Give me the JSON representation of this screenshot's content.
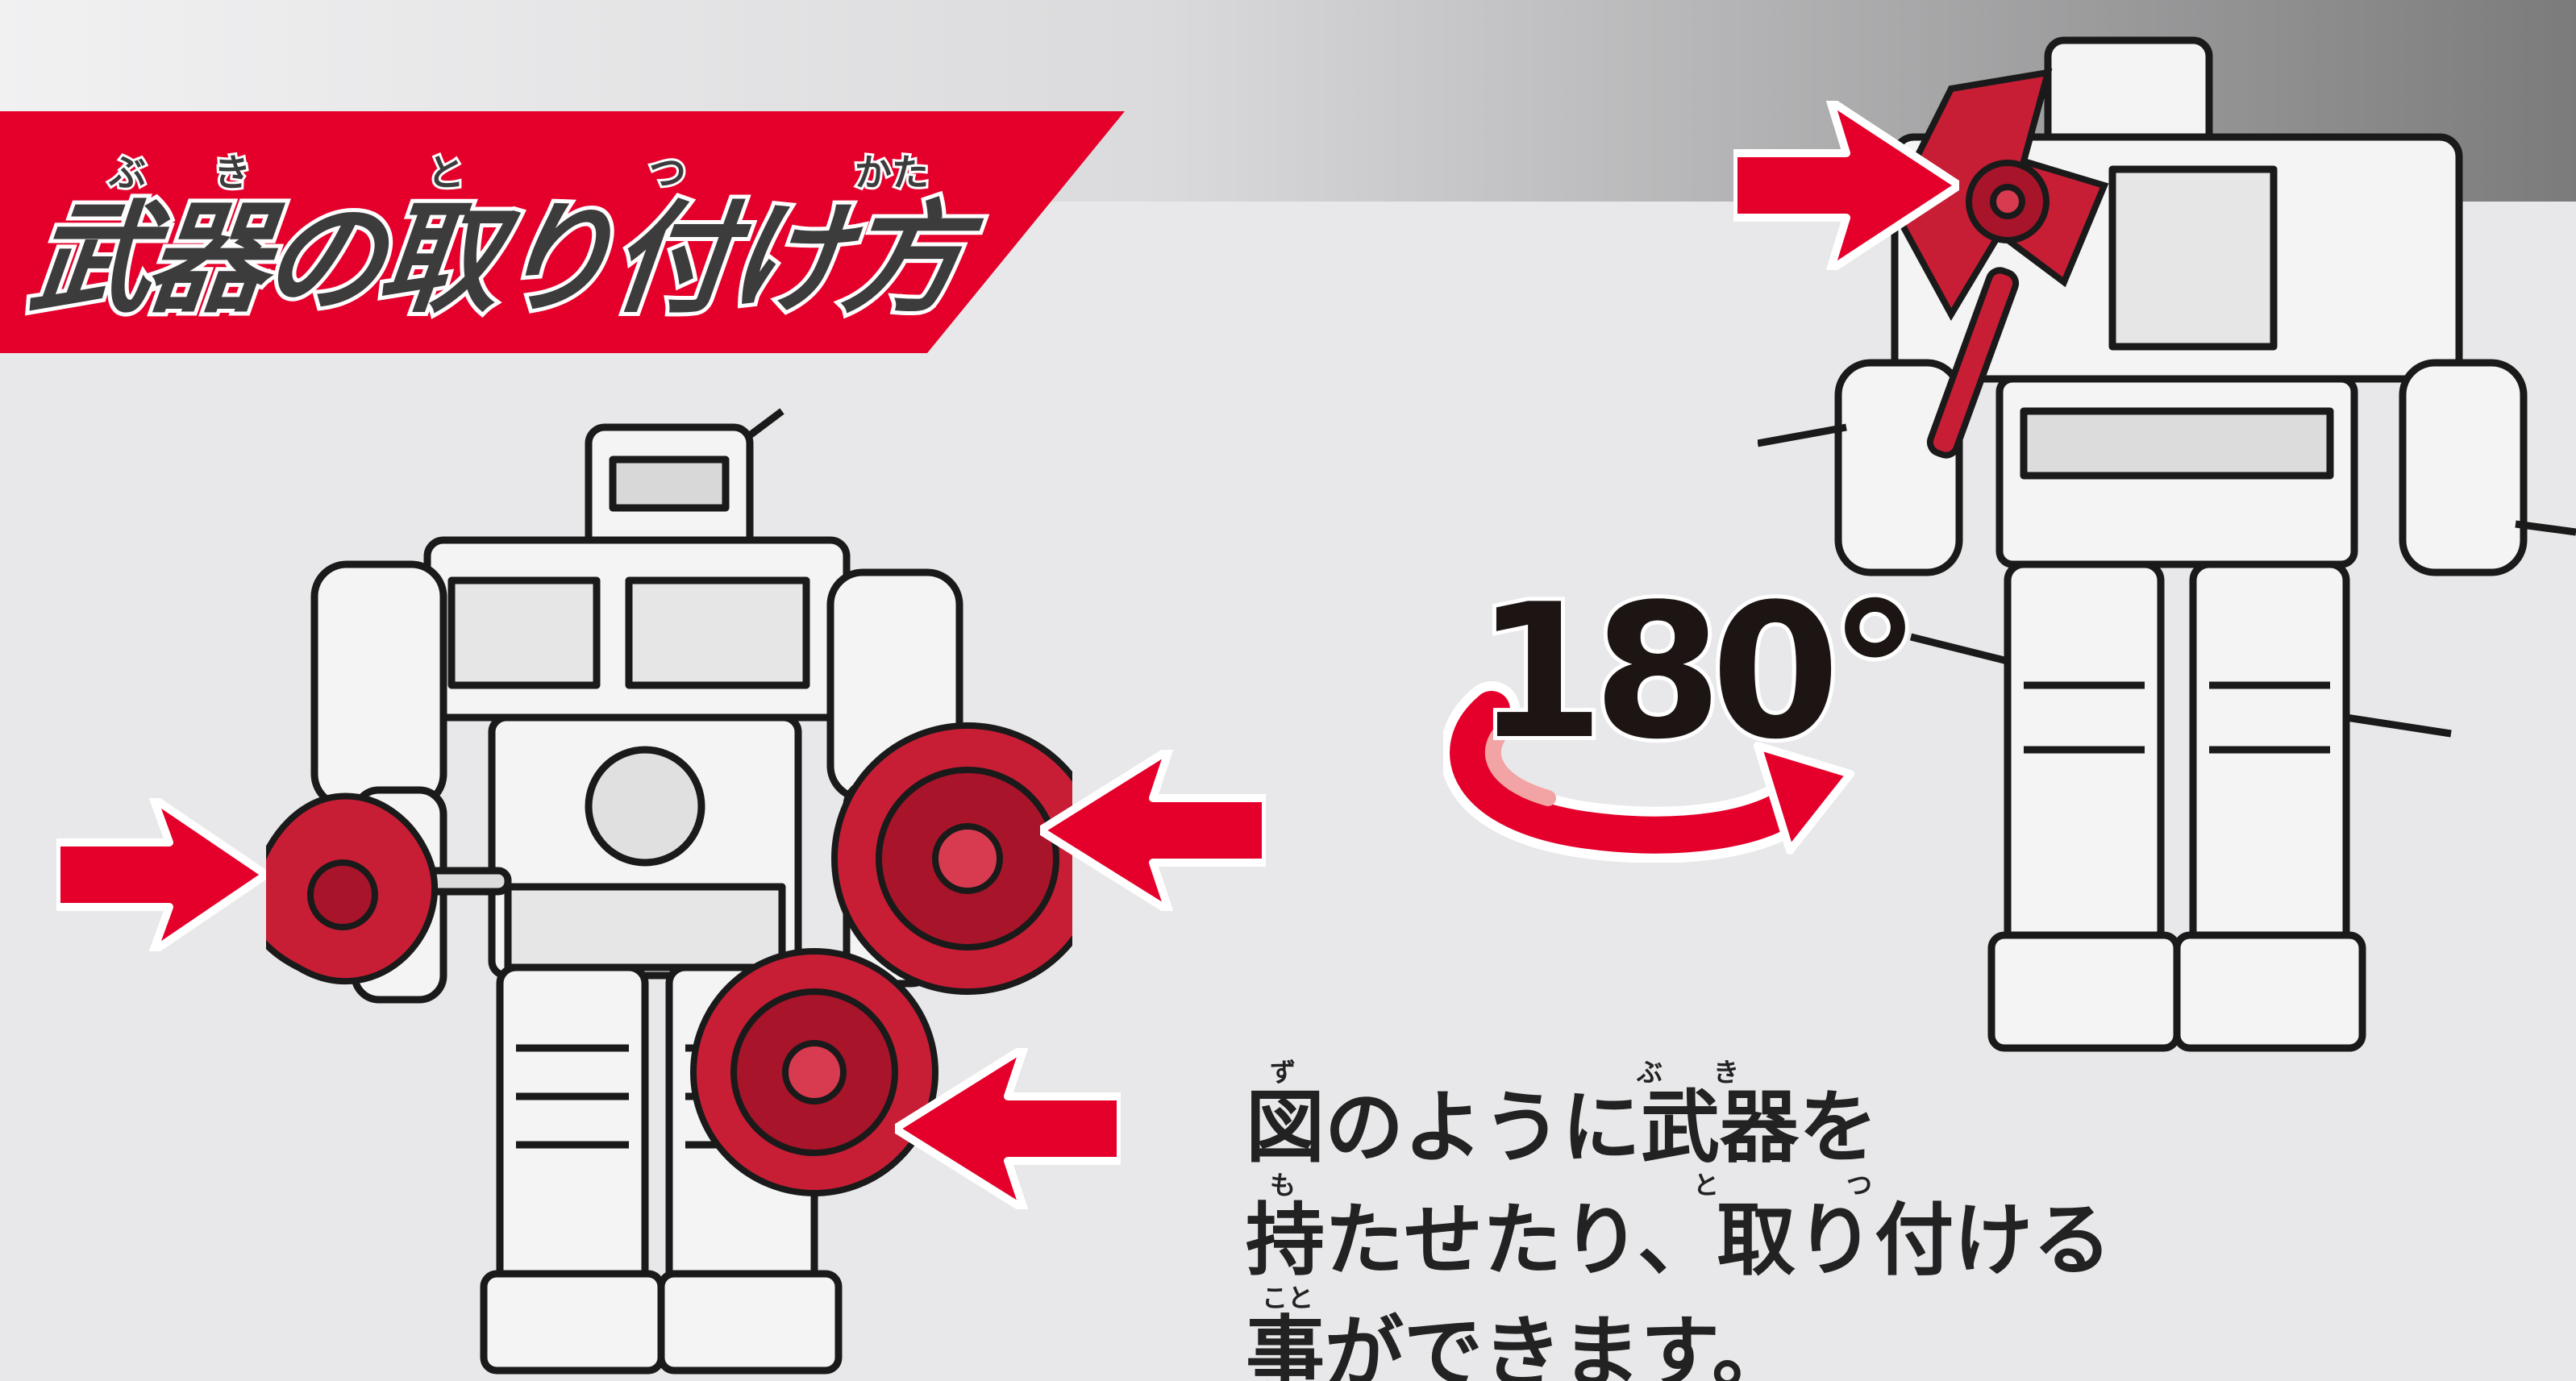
{
  "title": {
    "text": "武器の取り付け方",
    "ruby": {
      "bu": "ぶ",
      "ki": "き",
      "to": "と",
      "tsu": "つ",
      "kata": "かた"
    }
  },
  "rotation_label": "180°",
  "instruction": {
    "lines": [
      "図のように武器を",
      "持たせたり、取り付ける",
      "事ができます。"
    ],
    "ruby": {
      "zu": "ず",
      "bu": "ぶ",
      "ki": "き",
      "mo": "も",
      "to": "と",
      "tsu": "つ",
      "koto": "こと"
    }
  },
  "colors": {
    "accent_red": "#e4002b",
    "weapon_red": "#c81e35",
    "background_light": "#e8e8ea",
    "background_dark": "#6e6e6e",
    "title_text": "#3c3c3c",
    "text_dark": "#222222"
  },
  "icons": [
    "pointer-arrow-icon",
    "rotation-arrow-icon"
  ]
}
